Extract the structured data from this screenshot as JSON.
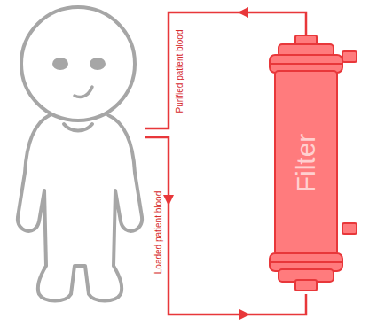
{
  "diagram": {
    "nodes": [
      {
        "text": [
          "Filter"
        ]
      }
    ],
    "labels": [
      "Purified patient blood",
      "Loaded patient blood"
    ]
  }
}
